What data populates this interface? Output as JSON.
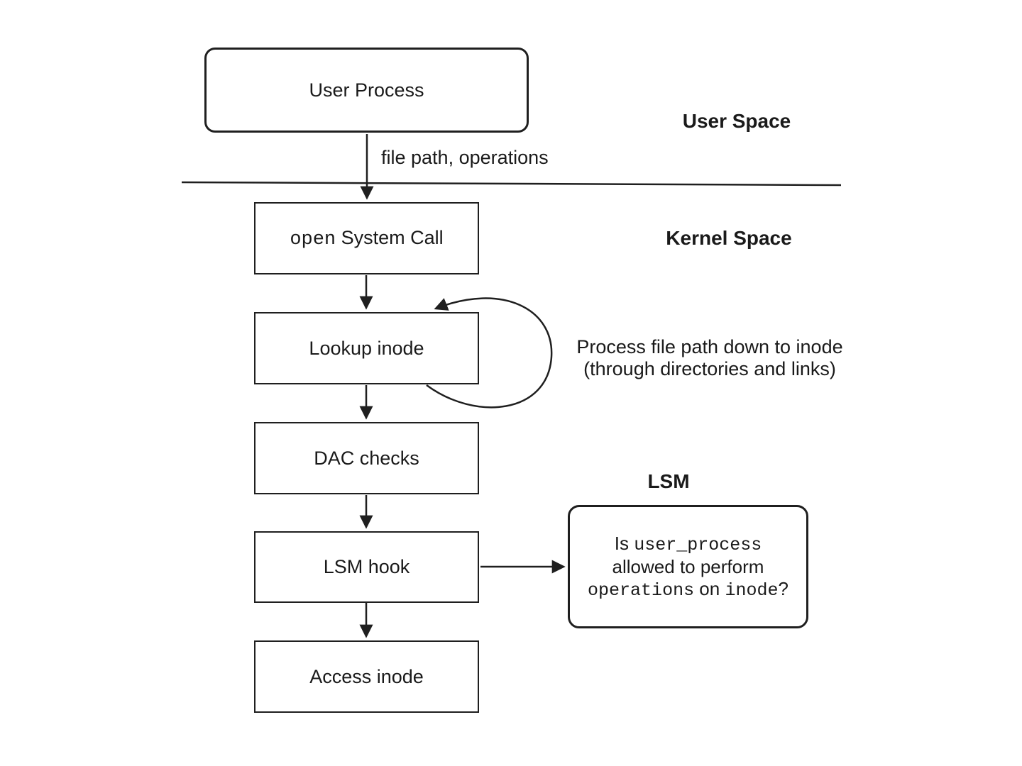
{
  "diagram": {
    "region_labels": {
      "user_space": "User Space",
      "kernel_space": "Kernel Space",
      "lsm": "LSM"
    },
    "nodes": {
      "user_process": "User Process",
      "open_syscall": {
        "mono": "open",
        "rest": " System Call"
      },
      "lookup_inode": "Lookup inode",
      "dac_checks": "DAC checks",
      "lsm_hook": "LSM hook",
      "access_inode": "Access inode"
    },
    "edge_label": "file path, operations",
    "loop_note": {
      "line1": "Process file path down to inode",
      "line2": "(through directories and links)"
    },
    "lsm_question": {
      "l1_sans": "Is ",
      "l1_mono": "user_process",
      "l2_sans": "allowed to perform",
      "l3_mono1": "operations",
      "l3_sans1": " on ",
      "l3_mono2": "inode",
      "l3_sans2": "?"
    },
    "colors": {
      "stroke": "#1f1f1f",
      "background": "#ffffff",
      "text": "#1a1a1a"
    }
  }
}
